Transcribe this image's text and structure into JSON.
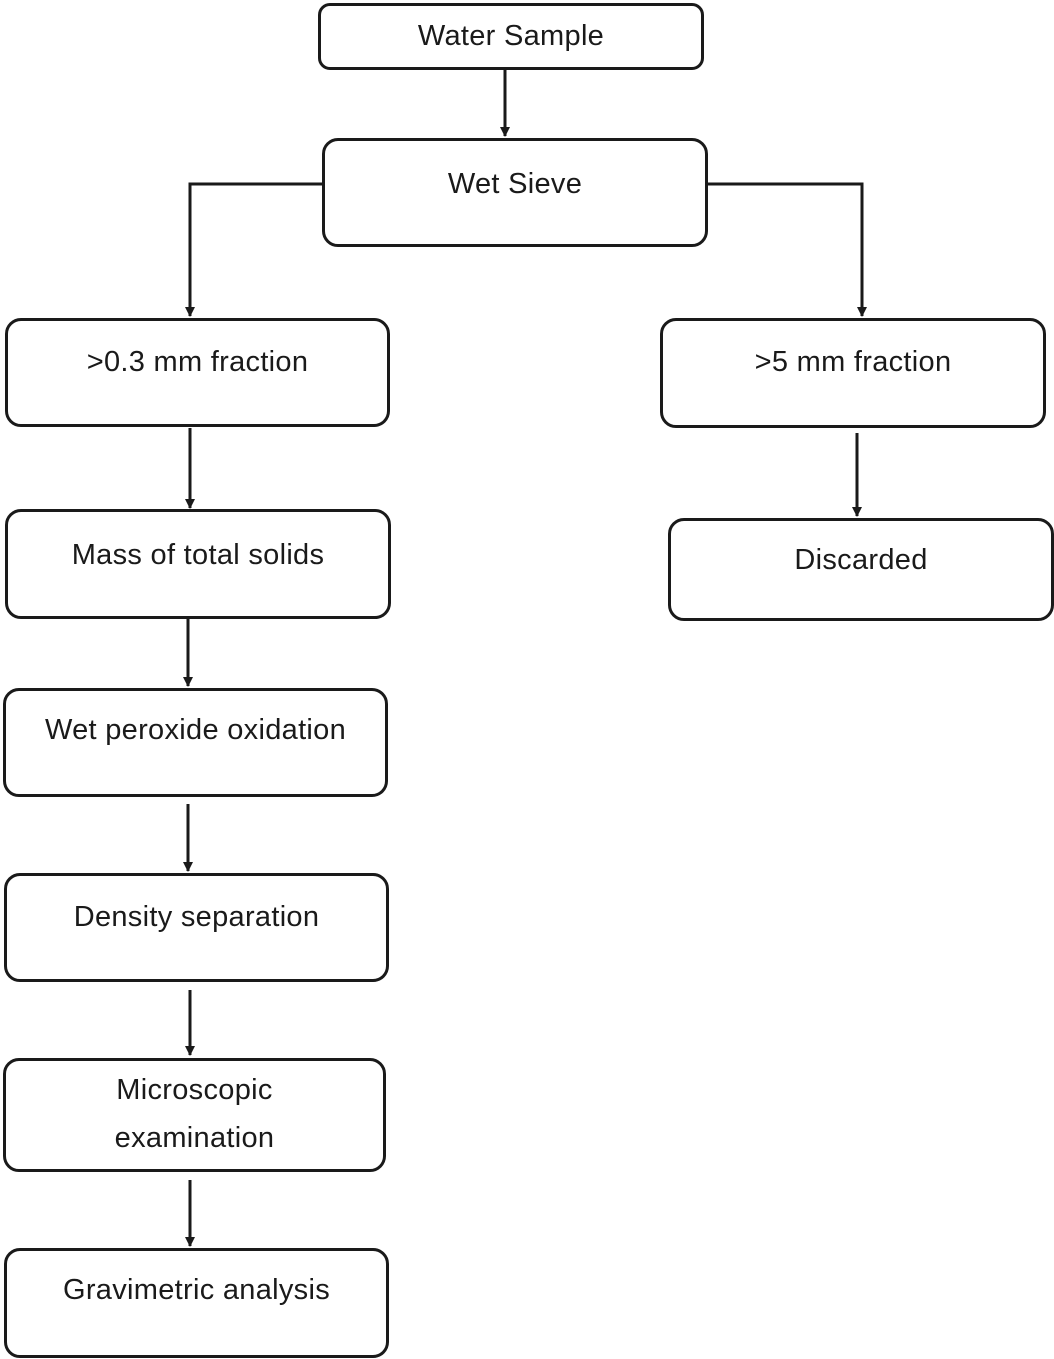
{
  "diagram": {
    "colors": {
      "stroke": "#1a1a1a",
      "background": "#ffffff"
    },
    "nodes": {
      "water_sample": "Water Sample",
      "wet_sieve": "Wet Sieve",
      "fraction_small": ">0.3 mm fraction",
      "fraction_large": ">5 mm fraction",
      "discarded": "Discarded",
      "mass_total_solids": "Mass of total solids",
      "wet_peroxide_oxidation": "Wet peroxide oxidation",
      "density_separation": "Density separation",
      "microscopic_examination": [
        "Microscopic",
        "examination"
      ],
      "gravimetric_analysis": "Gravimetric analysis"
    }
  }
}
